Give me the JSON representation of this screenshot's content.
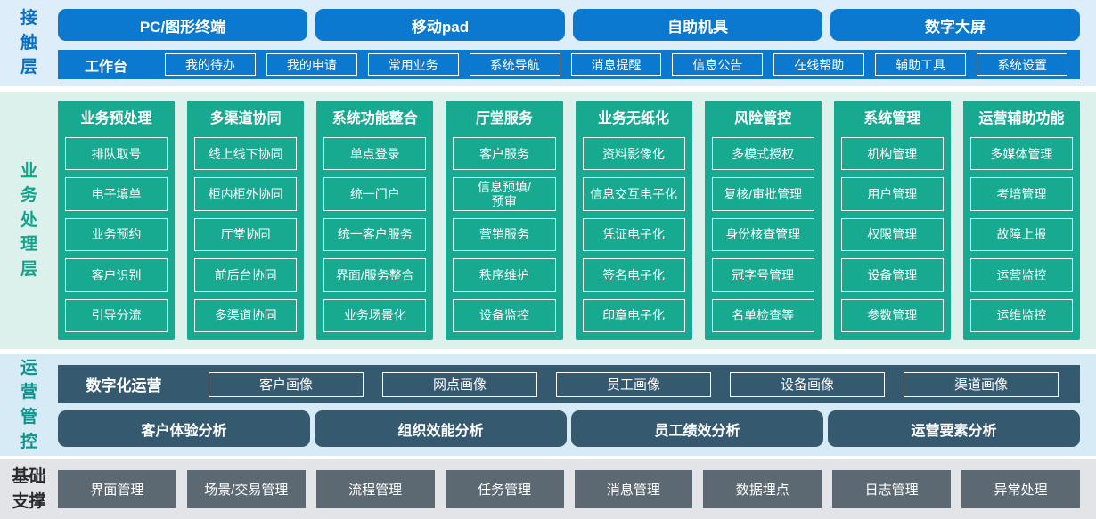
{
  "colors": {
    "contact_accent": "#0a79cf",
    "contact_bg": "#ddeefa",
    "business_accent": "#18aa90",
    "business_bg": "#dcf1ec",
    "operations_accent": "#35596f",
    "operations_bg": "#d7ebf7",
    "foundation_accent": "#5d6972",
    "foundation_bg": "#e3e4e7"
  },
  "contact_layer": {
    "label": "接触层",
    "terminals": [
      "PC/图形终端",
      "移动pad",
      "自助机具",
      "数字大屏"
    ],
    "workbench": {
      "label": "工作台",
      "items": [
        "我的待办",
        "我的申请",
        "常用业务",
        "系统导航",
        "消息提醒",
        "信息公告",
        "在线帮助",
        "辅助工具",
        "系统设置"
      ]
    }
  },
  "business_layer": {
    "label": "业务处理层",
    "columns": [
      {
        "title": "业务预处理",
        "items": [
          "排队取号",
          "电子填单",
          "业务预约",
          "客户识别",
          "引导分流"
        ]
      },
      {
        "title": "多渠道协同",
        "items": [
          "线上线下协同",
          "柜内柜外协同",
          "厅堂协同",
          "前后台协同",
          "多渠道协同"
        ]
      },
      {
        "title": "系统功能整合",
        "items": [
          "单点登录",
          "统一门户",
          "统一客户服务",
          "界面/服务整合",
          "业务场景化"
        ]
      },
      {
        "title": "厅堂服务",
        "items": [
          "客户服务",
          "信息预填/\n预审",
          "营销服务",
          "秩序维护",
          "设备监控"
        ]
      },
      {
        "title": "业务无纸化",
        "items": [
          "资料影像化",
          "信息交互电子化",
          "凭证电子化",
          "签名电子化",
          "印章电子化"
        ]
      },
      {
        "title": "风险管控",
        "items": [
          "多模式授权",
          "复核/审批管理",
          "身份核查管理",
          "冠字号管理",
          "名单检查等"
        ]
      },
      {
        "title": "系统管理",
        "items": [
          "机构管理",
          "用户管理",
          "权限管理",
          "设备管理",
          "参数管理"
        ]
      },
      {
        "title": "运营辅助功能",
        "items": [
          "多媒体管理",
          "考培管理",
          "故障上报",
          "运营监控",
          "运维监控"
        ]
      }
    ]
  },
  "operations_layer": {
    "label": "运营管控",
    "digital_ops": {
      "label": "数字化运营",
      "items": [
        "客户画像",
        "网点画像",
        "员工画像",
        "设备画像",
        "渠道画像"
      ]
    },
    "analysis": [
      "客户体验分析",
      "组织效能分析",
      "员工绩效分析",
      "运营要素分析"
    ]
  },
  "foundation_layer": {
    "label": "基础\n支撑",
    "items": [
      "界面管理",
      "场景/交易管理",
      "流程管理",
      "任务管理",
      "消息管理",
      "数据埋点",
      "日志管理",
      "异常处理"
    ]
  }
}
